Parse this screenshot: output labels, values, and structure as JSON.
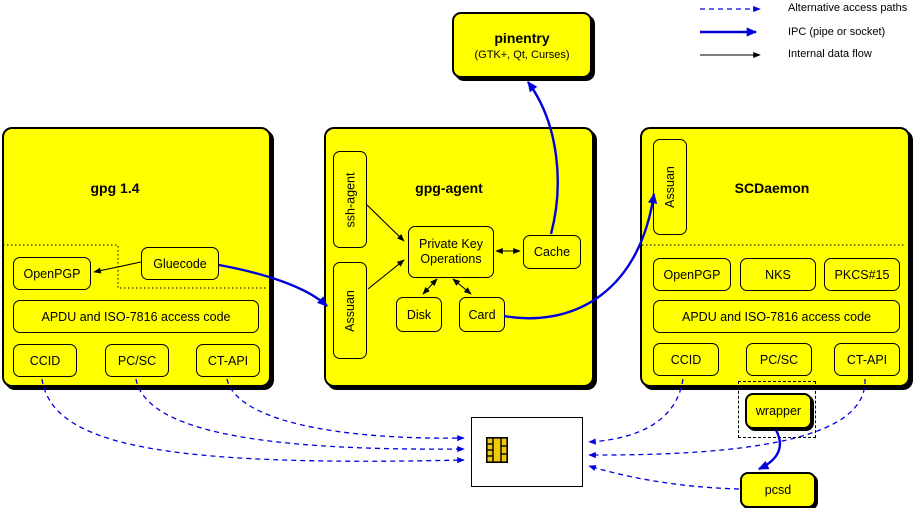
{
  "legend": {
    "items": [
      {
        "label": "Alternative access paths",
        "style": "dashed-blue-arrow"
      },
      {
        "label": "IPC (pipe or socket)",
        "style": "thick-blue-arrow"
      },
      {
        "label": "Internal data flow",
        "style": "thin-black-arrow"
      }
    ]
  },
  "pinentry": {
    "title": "pinentry",
    "subtitle": "(GTK+, Qt, Curses)"
  },
  "gpg14": {
    "title": "gpg 1.4",
    "boxes": {
      "openpgp": "OpenPGP",
      "gluecode": "Gluecode",
      "apdu": "APDU and ISO-7816 access code",
      "ccid": "CCID",
      "pcsc": "PC/SC",
      "ctapi": "CT-API"
    }
  },
  "gpg_agent": {
    "title": "gpg-agent",
    "boxes": {
      "ssh_agent": "ssh-agent",
      "assuan": "Assuan",
      "private_key_line1": "Private Key",
      "private_key_line2": "Operations",
      "cache": "Cache",
      "disk": "Disk",
      "card": "Card"
    }
  },
  "scdaemon": {
    "title": "SCDaemon",
    "boxes": {
      "assuan": "Assuan",
      "openpgp": "OpenPGP",
      "nks": "NKS",
      "pkcs15": "PKCS#15",
      "apdu": "APDU and ISO-7816 access code",
      "ccid": "CCID",
      "pcsc": "PC/SC",
      "ctapi": "CT-API"
    }
  },
  "external": {
    "wrapper": "wrapper",
    "pcsd": "pcsd"
  },
  "colors": {
    "node_fill": "#ffff00",
    "ipc_blue": "#0000dd",
    "line_black": "#000000",
    "chip_gold": "#eec80c",
    "card_fill": "#ffffff"
  }
}
